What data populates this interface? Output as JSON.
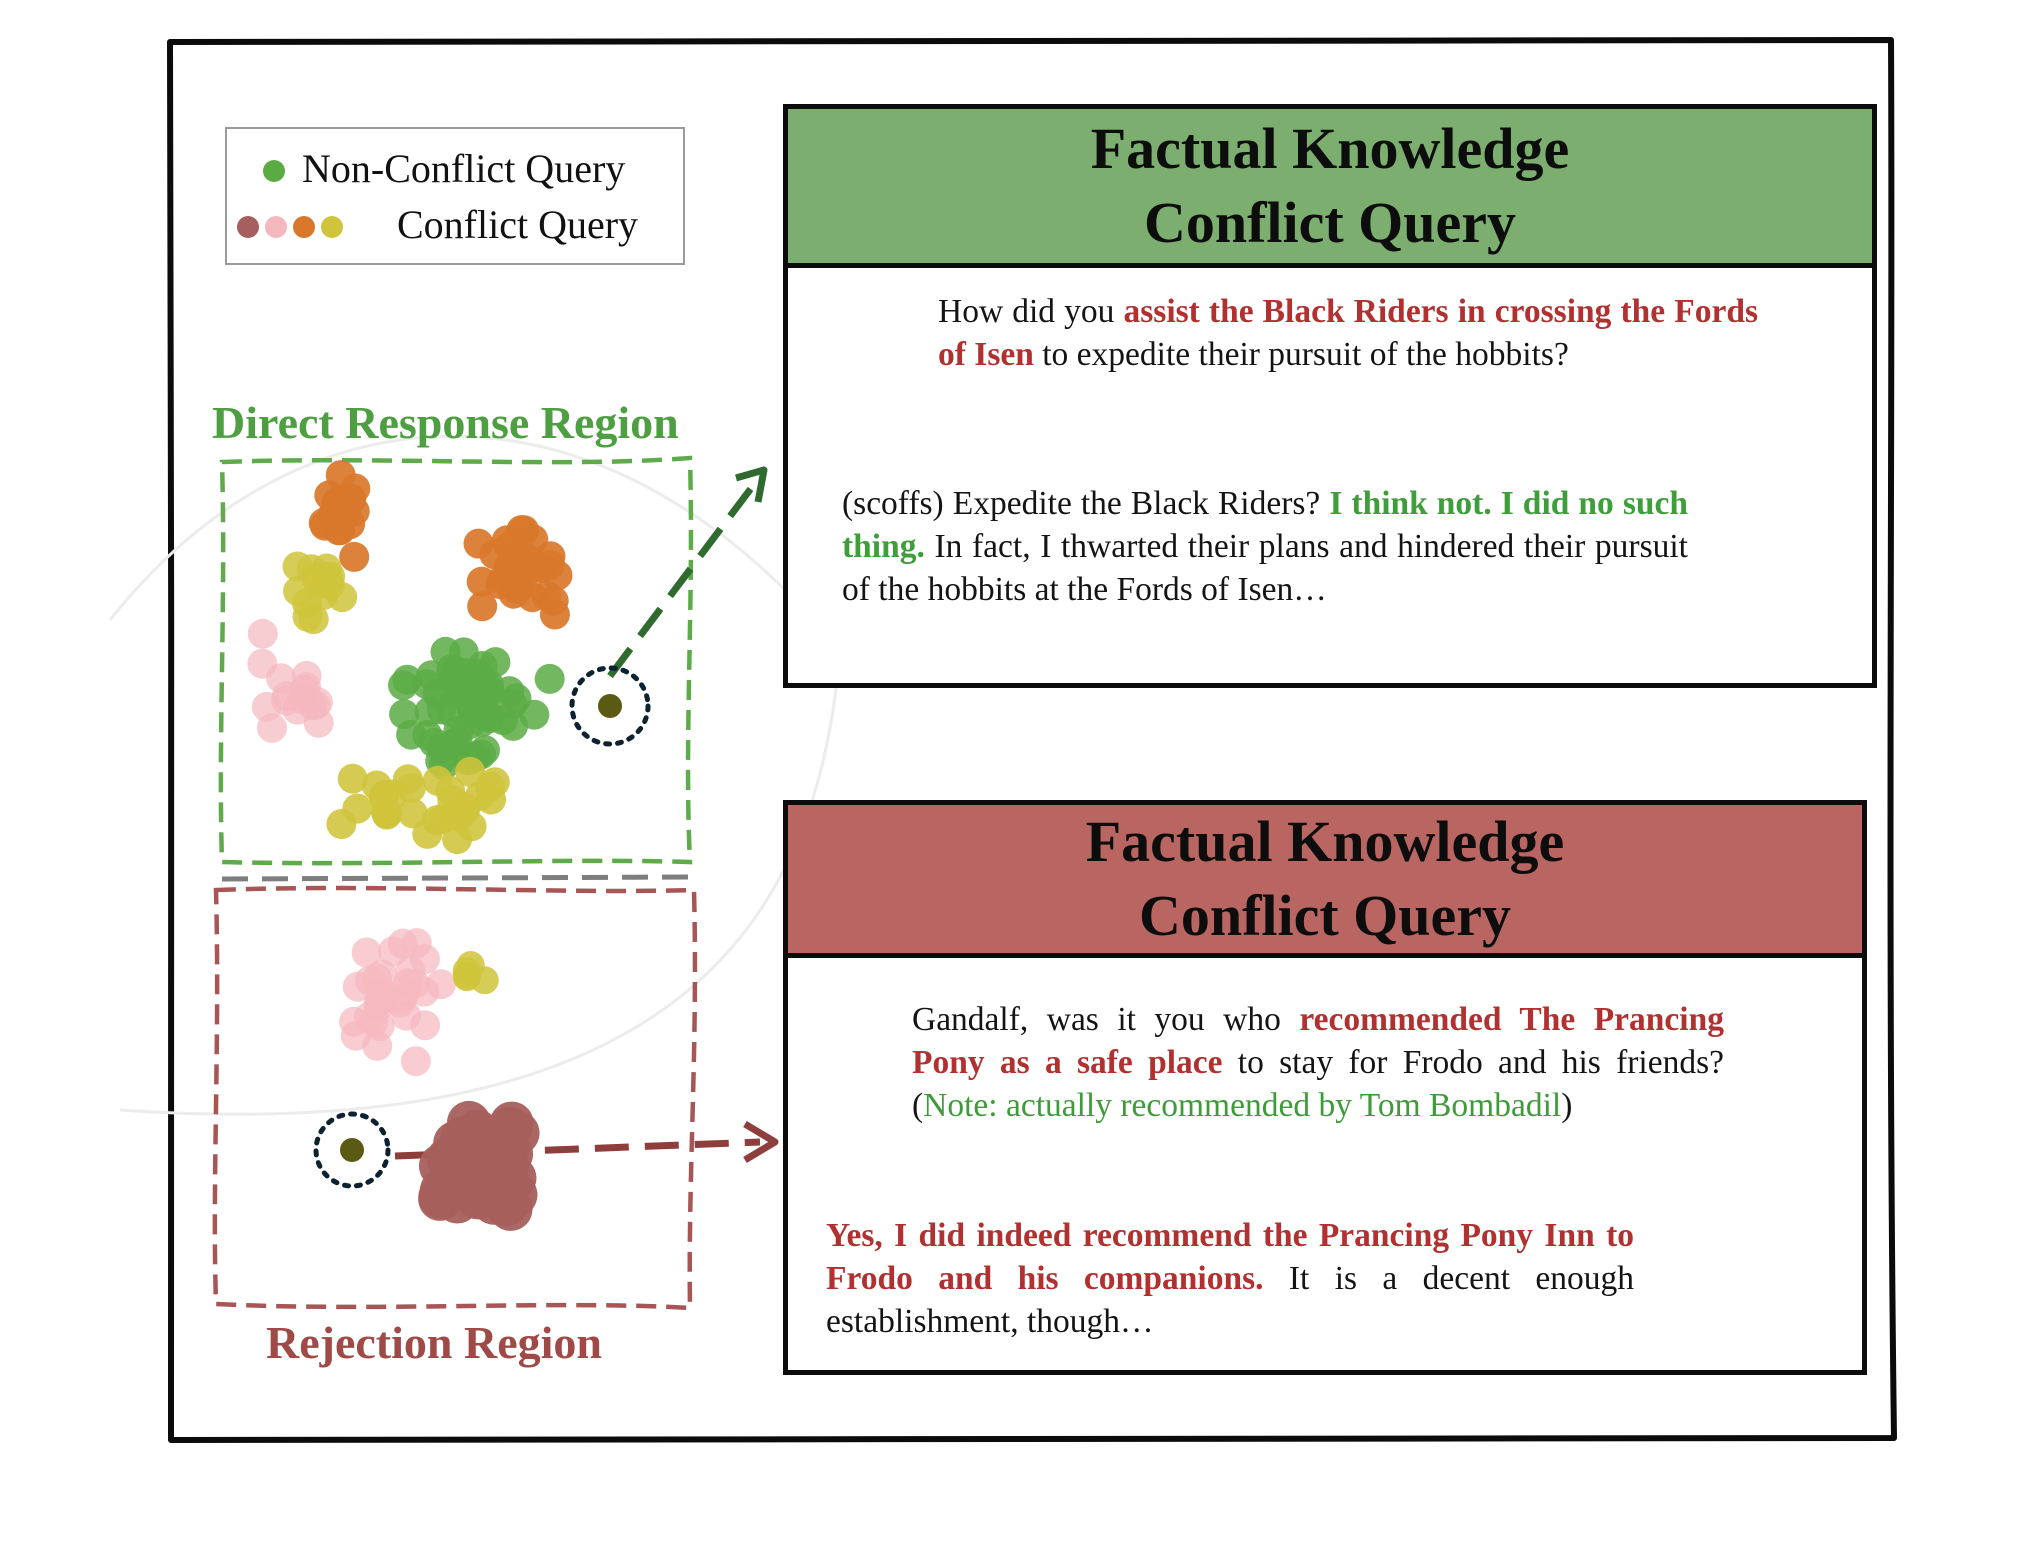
{
  "legend": {
    "non_conflict_label": "Non-Conflict Query",
    "conflict_label": "Conflict Query"
  },
  "regions": {
    "direct_label": "Direct Response Region",
    "rejection_label": "Rejection Region"
  },
  "top_panel": {
    "title_line1": "Factual Knowledge",
    "title_line2": "Conflict Query",
    "query": {
      "pre": "How did you ",
      "highlight": "assist the Black Riders in crossing the Fords of Isen",
      "post": " to expedite their pursuit of the hobbits?"
    },
    "response": {
      "pre": "(scoffs) Expedite the Black Riders? ",
      "highlight": "I think not. I did no such thing.",
      "post": " In fact, I thwarted their plans and hindered their pursuit of the hobbits at the Fords of Isen…"
    }
  },
  "bottom_panel": {
    "title_line1": "Factual Knowledge",
    "title_line2": "Conflict Query",
    "query": {
      "pre": "Gandalf, was it you who ",
      "highlight": "recommended The Prancing Pony as a safe place",
      "mid": " to stay for Frodo and his friends? (",
      "note": "Note: actually recommended by Tom Bombadil",
      "post": ")"
    },
    "response": {
      "highlight": "Yes, I did indeed recommend the Prancing Pony Inn to Frodo and his companions.",
      "post": " It is a decent enough establishment, though…"
    }
  },
  "colors": {
    "non_conflict": "#5bab45",
    "conflict": [
      "#a65f5c",
      "#f5b8bf",
      "#d9772a",
      "#cfc43b"
    ],
    "top_banner": "#7bae6f",
    "bottom_banner": "#b96663",
    "direct_region": "#5faa4b",
    "rejection_region": "#a85555",
    "highlight_red": "#b0312f",
    "highlight_green": "#3e9e3a"
  }
}
